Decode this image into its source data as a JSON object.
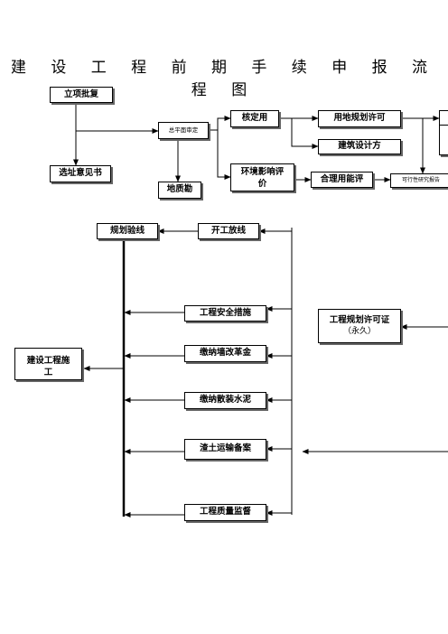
{
  "title": "建 设 工 程 前 期 手 续 申 报 流 程 图",
  "nodes": {
    "lixiang": "立项批复",
    "zongpingmian": "总平面审定",
    "heding": "核定用",
    "yongdi": "用地规划许可",
    "jianzhu": "建筑设计方",
    "huanjing_1": "环境影响评",
    "huanjing_2": "价",
    "heli": "合理用能评",
    "kexing": "可行性研究报告",
    "xuanzhi": "选址意见书",
    "dizhi": "地质勘",
    "guihuayanxian": "规划验线",
    "kaigong": "开工放线",
    "anquan": "工程安全措施",
    "qiangai": "缴纳墙改革金",
    "sanzhuang": "缴纳散装水泥",
    "zhatu": "渣土运输备案",
    "zhiliang": "工程质量监督",
    "xuke_1": "工程规划许可证",
    "xuke_2": "（永久）",
    "shigong_1": "建设工程施",
    "shigong_2": "工"
  }
}
